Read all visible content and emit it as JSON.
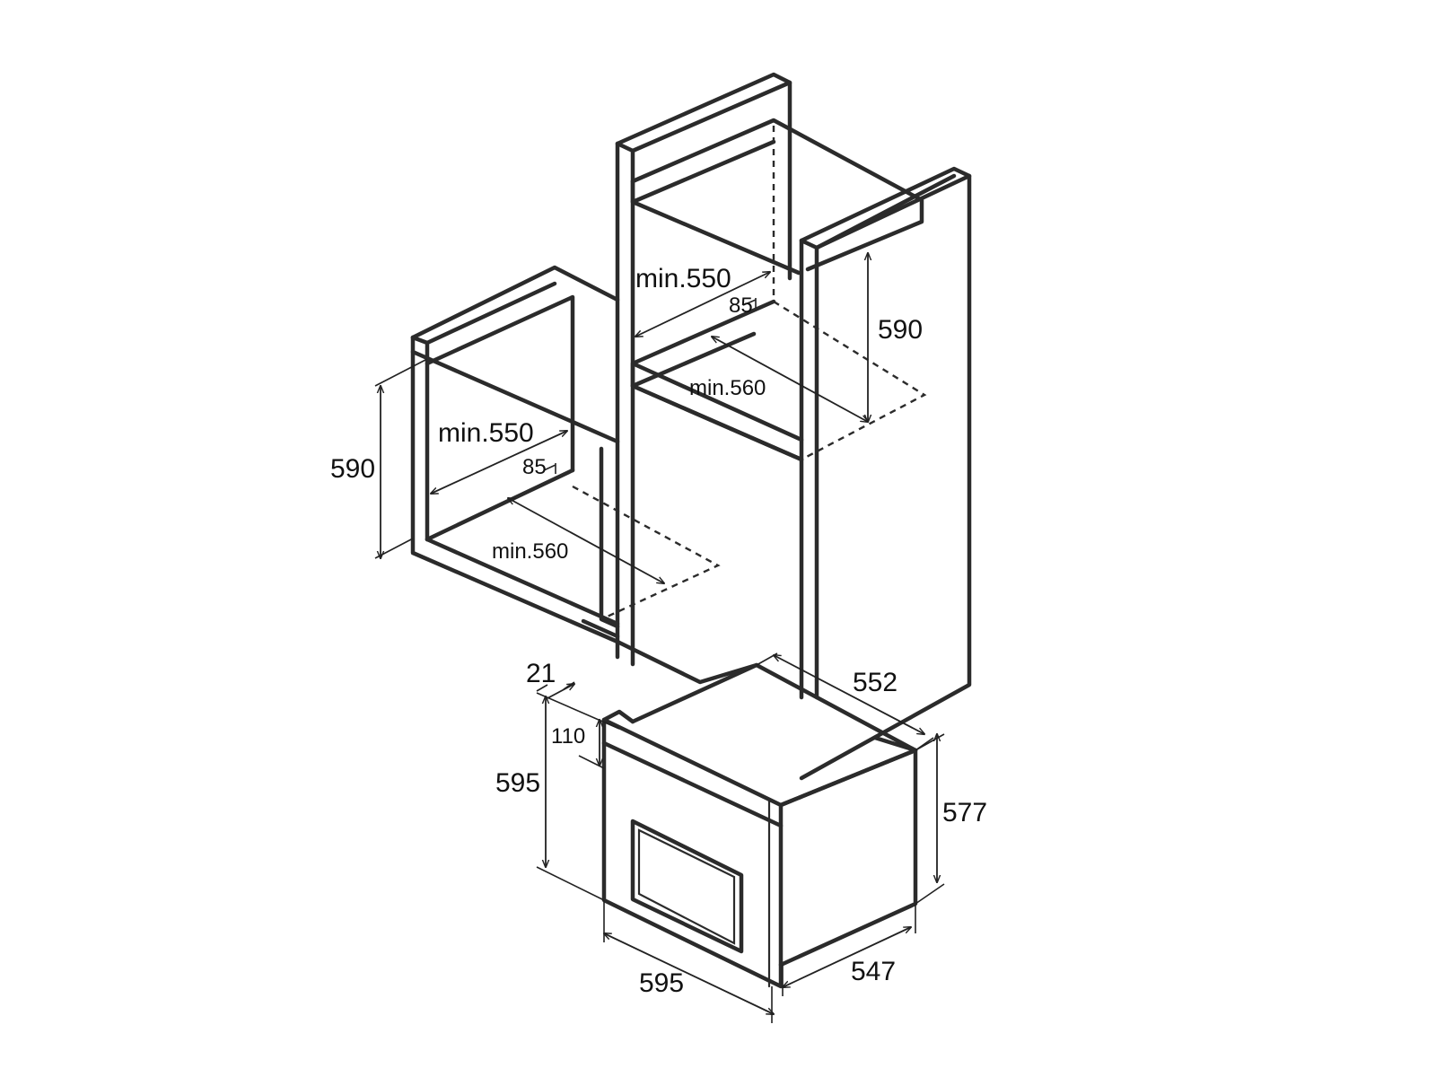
{
  "dimensions": {
    "upper_width": "min.550",
    "upper_offset": "85",
    "upper_height": "590",
    "upper_depth": "min.560",
    "lower_width": "min.550",
    "lower_offset": "85",
    "lower_height": "590",
    "lower_depth": "min.560",
    "oven_depth_top": "552",
    "oven_panel_thickness": "21",
    "oven_panel_height": "110",
    "oven_front_height": "595",
    "oven_body_height": "577",
    "oven_front_width": "595",
    "oven_body_depth": "547"
  },
  "colors": {
    "line": "#2b2b2b",
    "background": "#ffffff"
  }
}
